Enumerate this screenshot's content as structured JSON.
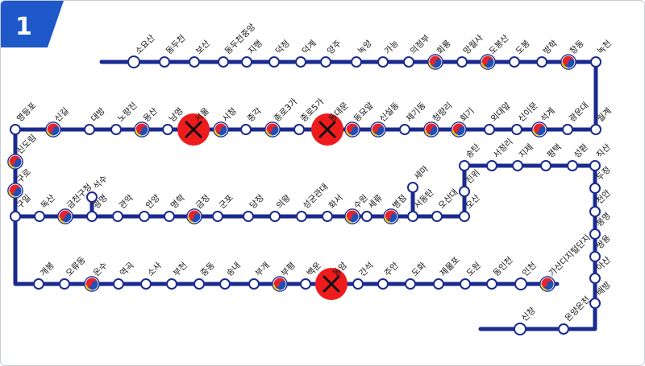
{
  "line_badge": {
    "number": "1",
    "color": "#1f58c8"
  },
  "colors": {
    "line": "#1a2a8e",
    "closed_marker": "#ee1c1c",
    "station_fill": "#ffffff",
    "transfer_icon": "taegeuk-transfer-icon"
  },
  "stations": [
    {
      "name": "소요산",
      "type": "terminal"
    },
    {
      "name": "동두천",
      "type": "normal"
    },
    {
      "name": "보산",
      "type": "normal"
    },
    {
      "name": "동두천중앙",
      "type": "normal"
    },
    {
      "name": "지행",
      "type": "normal"
    },
    {
      "name": "덕정",
      "type": "normal"
    },
    {
      "name": "덕계",
      "type": "normal"
    },
    {
      "name": "양주",
      "type": "normal"
    },
    {
      "name": "녹양",
      "type": "normal"
    },
    {
      "name": "가능",
      "type": "normal"
    },
    {
      "name": "의정부",
      "type": "normal"
    },
    {
      "name": "회룡",
      "type": "transfer"
    },
    {
      "name": "망월사",
      "type": "normal"
    },
    {
      "name": "도봉산",
      "type": "transfer"
    },
    {
      "name": "도봉",
      "type": "normal"
    },
    {
      "name": "방학",
      "type": "normal"
    },
    {
      "name": "창동",
      "type": "transfer"
    },
    {
      "name": "녹천",
      "type": "normal"
    },
    {
      "name": "월계",
      "type": "normal"
    },
    {
      "name": "광운대",
      "type": "normal"
    },
    {
      "name": "석계",
      "type": "transfer"
    },
    {
      "name": "신이문",
      "type": "normal"
    },
    {
      "name": "외대앞",
      "type": "normal"
    },
    {
      "name": "회기",
      "type": "transfer"
    },
    {
      "name": "청량리",
      "type": "transfer"
    },
    {
      "name": "제기동",
      "type": "normal"
    },
    {
      "name": "신설동",
      "type": "transfer"
    },
    {
      "name": "동묘앞",
      "type": "transfer"
    },
    {
      "name": "동대문",
      "type": "closed"
    },
    {
      "name": "종로5가",
      "type": "normal"
    },
    {
      "name": "종로3가",
      "type": "transfer"
    },
    {
      "name": "종각",
      "type": "normal"
    },
    {
      "name": "시청",
      "type": "transfer"
    },
    {
      "name": "서울",
      "type": "closed"
    },
    {
      "name": "남영",
      "type": "normal"
    },
    {
      "name": "용산",
      "type": "transfer"
    },
    {
      "name": "노량진",
      "type": "normal"
    },
    {
      "name": "대방",
      "type": "normal"
    },
    {
      "name": "신길",
      "type": "transfer"
    },
    {
      "name": "영등포",
      "type": "normal"
    },
    {
      "name": "신도림",
      "type": "transfer"
    },
    {
      "name": "구로",
      "type": "transfer"
    },
    {
      "name": "구일",
      "type": "normal"
    },
    {
      "name": "개봉",
      "type": "normal"
    },
    {
      "name": "오류동",
      "type": "normal"
    },
    {
      "name": "온수",
      "type": "transfer"
    },
    {
      "name": "역곡",
      "type": "normal"
    },
    {
      "name": "소사",
      "type": "normal"
    },
    {
      "name": "부천",
      "type": "normal"
    },
    {
      "name": "중동",
      "type": "normal"
    },
    {
      "name": "송내",
      "type": "normal"
    },
    {
      "name": "부개",
      "type": "normal"
    },
    {
      "name": "부평",
      "type": "transfer"
    },
    {
      "name": "백운",
      "type": "normal"
    },
    {
      "name": "동암",
      "type": "closed"
    },
    {
      "name": "간석",
      "type": "normal"
    },
    {
      "name": "주안",
      "type": "normal"
    },
    {
      "name": "도화",
      "type": "normal"
    },
    {
      "name": "제물포",
      "type": "normal"
    },
    {
      "name": "도원",
      "type": "normal"
    },
    {
      "name": "동인천",
      "type": "normal"
    },
    {
      "name": "인천",
      "type": "terminal"
    },
    {
      "name": "가산디지털단지",
      "type": "transfer"
    },
    {
      "name": "독산",
      "type": "normal"
    },
    {
      "name": "금천구청",
      "type": "transfer"
    },
    {
      "name": "광명",
      "type": "normal"
    },
    {
      "name": "석수",
      "type": "normal"
    },
    {
      "name": "관악",
      "type": "normal"
    },
    {
      "name": "안양",
      "type": "normal"
    },
    {
      "name": "명학",
      "type": "normal"
    },
    {
      "name": "금정",
      "type": "transfer"
    },
    {
      "name": "군포",
      "type": "normal"
    },
    {
      "name": "당정",
      "type": "normal"
    },
    {
      "name": "의왕",
      "type": "normal"
    },
    {
      "name": "성균관대",
      "type": "normal"
    },
    {
      "name": "화서",
      "type": "normal"
    },
    {
      "name": "수원",
      "type": "transfer"
    },
    {
      "name": "세류",
      "type": "normal"
    },
    {
      "name": "병점",
      "type": "transfer"
    },
    {
      "name": "서동탄",
      "type": "normal"
    },
    {
      "name": "세마",
      "type": "normal"
    },
    {
      "name": "오산대",
      "type": "normal"
    },
    {
      "name": "오산",
      "type": "normal"
    },
    {
      "name": "진위",
      "type": "normal"
    },
    {
      "name": "송탄",
      "type": "normal"
    },
    {
      "name": "서정리",
      "type": "normal"
    },
    {
      "name": "지제",
      "type": "normal"
    },
    {
      "name": "평택",
      "type": "normal"
    },
    {
      "name": "성환",
      "type": "normal"
    },
    {
      "name": "직산",
      "type": "normal"
    },
    {
      "name": "두정",
      "type": "normal"
    },
    {
      "name": "천안",
      "type": "normal"
    },
    {
      "name": "봉명",
      "type": "normal"
    },
    {
      "name": "쌍용",
      "type": "normal"
    },
    {
      "name": "아산",
      "type": "normal"
    },
    {
      "name": "배방",
      "type": "normal"
    },
    {
      "name": "온양온천",
      "type": "normal"
    },
    {
      "name": "신창",
      "type": "terminal"
    }
  ]
}
